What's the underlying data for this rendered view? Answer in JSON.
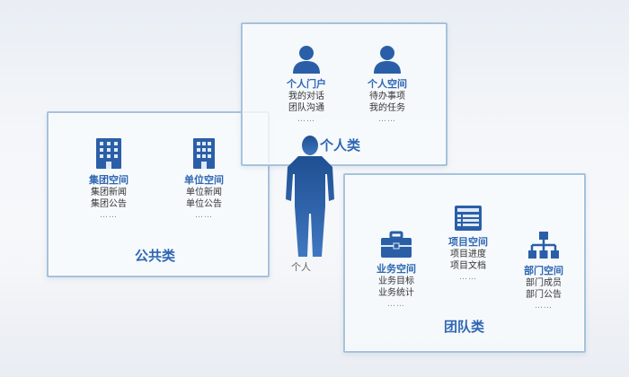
{
  "panels": {
    "gonggong": {
      "label": "公共类",
      "items": [
        {
          "title": "集团空间",
          "lines": [
            "集团新闻",
            "集团公告"
          ],
          "dots": "……"
        },
        {
          "title": "单位空间",
          "lines": [
            "单位新闻",
            "单位公告"
          ],
          "dots": "……"
        }
      ]
    },
    "geren": {
      "label": "个人类",
      "items": [
        {
          "title": "个人门户",
          "lines": [
            "我的对话",
            "团队沟通"
          ],
          "dots": "……"
        },
        {
          "title": "个人空间",
          "lines": [
            "待办事项",
            "我的任务"
          ],
          "dots": "……"
        }
      ]
    },
    "tuandui": {
      "label": "团队类",
      "items": [
        {
          "title": "业务空间",
          "lines": [
            "业务目标",
            "业务统计"
          ],
          "dots": "……"
        },
        {
          "title": "项目空间",
          "lines": [
            "项目进度",
            "项目文档"
          ],
          "dots": "……"
        },
        {
          "title": "部门空间",
          "lines": [
            "部门成员",
            "部门公告"
          ],
          "dots": "……"
        }
      ]
    }
  },
  "person": {
    "label": "个人"
  },
  "colors": {
    "accent": "#2f67b3",
    "panel_border": "#a6c2dc",
    "icon": "#2a5fa8"
  },
  "icons": {
    "jituan": "building-icon",
    "danwei": "building-icon",
    "geren_menhu": "user-icon",
    "geren_kongjian": "user-icon",
    "yewu": "briefcase-icon",
    "xiangmu": "document-icon",
    "bumen": "org-chart-icon"
  }
}
